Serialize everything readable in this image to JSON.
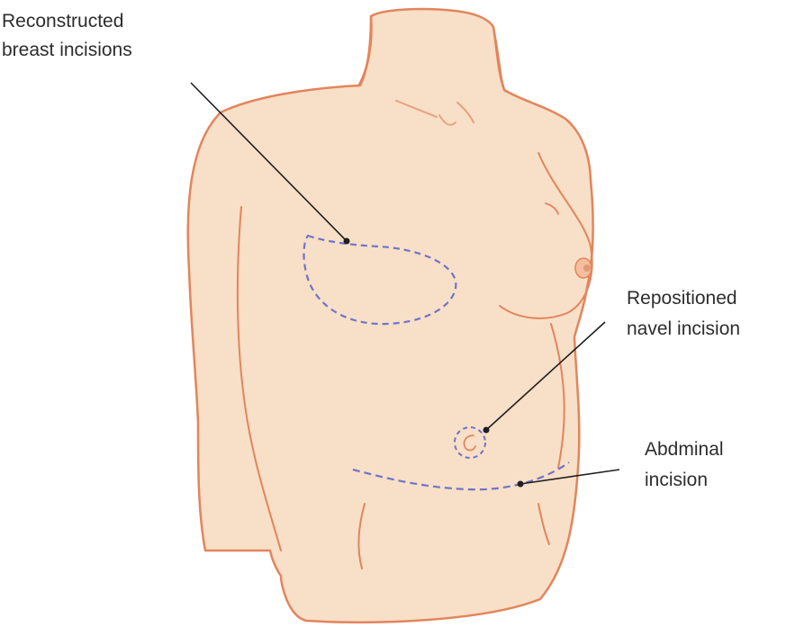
{
  "labels": {
    "breast": [
      "Reconstructed",
      "breast incisions"
    ],
    "navel": [
      "Repositioned",
      "navel incision"
    ],
    "abdominal": [
      "Abdminal",
      "incision"
    ]
  },
  "colors": {
    "skin": "#f8dfc7",
    "outline": "#e2855c",
    "incision": "#6f74c8",
    "leader": "#1f1f1f",
    "nipple": "#e39a74",
    "text": "#2d2d2d"
  }
}
